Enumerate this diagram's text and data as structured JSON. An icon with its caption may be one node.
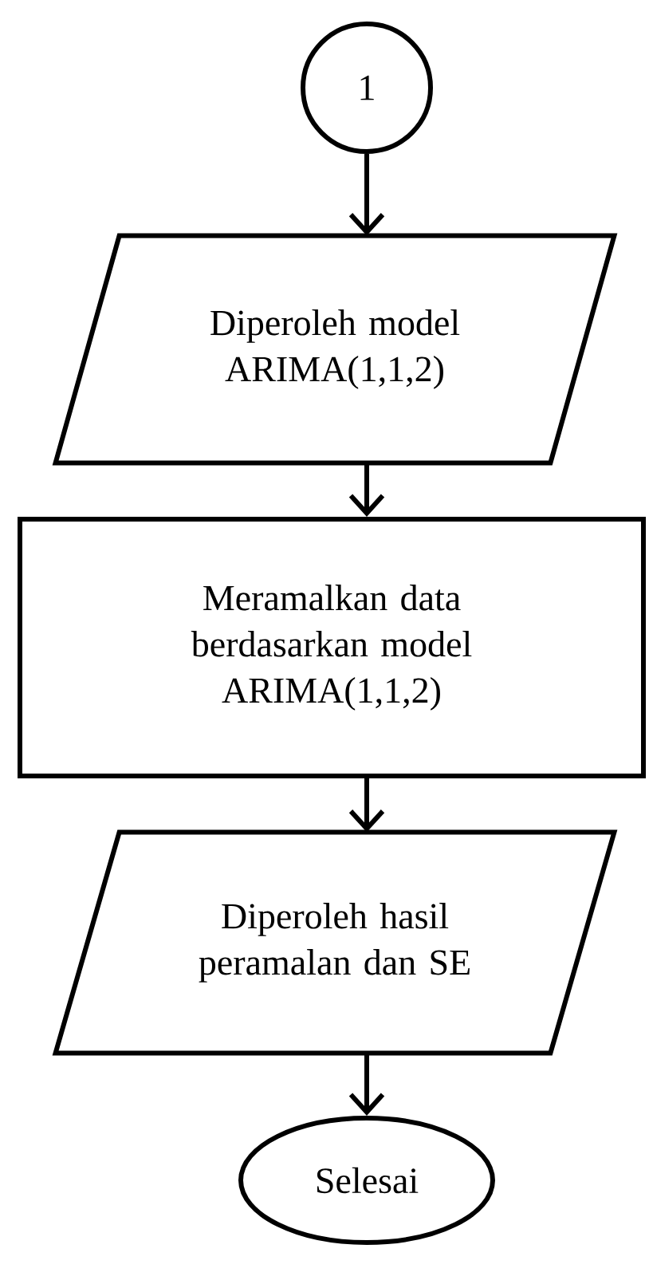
{
  "diagram": {
    "nodes": [
      {
        "text": [
          "1"
        ]
      },
      {
        "text": [
          "Diperoleh model ARIMA(1,1,2)"
        ]
      },
      {
        "text": [
          "Meramalkan data berdasarkan model ARIMA(1,1,2)"
        ]
      },
      {
        "text": [
          "Diperoleh hasil peramalan dan SE"
        ]
      },
      {
        "text": [
          "Selesai"
        ]
      }
    ],
    "edges": [
      {
        "from": 0,
        "to": 1,
        "arrow": "to"
      },
      {
        "from": 1,
        "to": 2,
        "arrow": "to"
      },
      {
        "from": 2,
        "to": 3,
        "arrow": "to"
      },
      {
        "from": 3,
        "to": 4,
        "arrow": "to"
      }
    ]
  }
}
